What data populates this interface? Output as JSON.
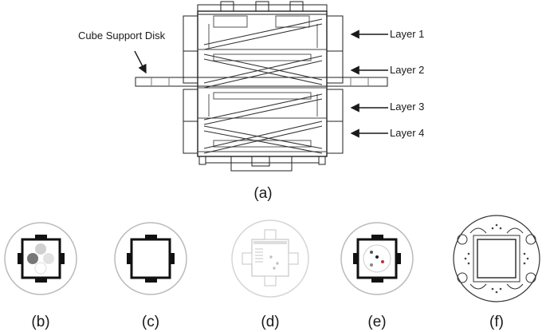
{
  "top": {
    "support_label": "Cube Support Disk",
    "layers": [
      "Layer 1",
      "Layer 2",
      "Layer 3",
      "Layer 4"
    ],
    "caption": "(a)"
  },
  "panels": [
    {
      "id": "b",
      "caption": "(b)"
    },
    {
      "id": "c",
      "caption": "(c)"
    },
    {
      "id": "d",
      "caption": "(d)"
    },
    {
      "id": "e",
      "caption": "(e)"
    },
    {
      "id": "f",
      "caption": "(f)"
    }
  ],
  "colors": {
    "ink": "#1a1a1a",
    "gray": "#8a8a8a",
    "light": "#c8c8c8"
  }
}
